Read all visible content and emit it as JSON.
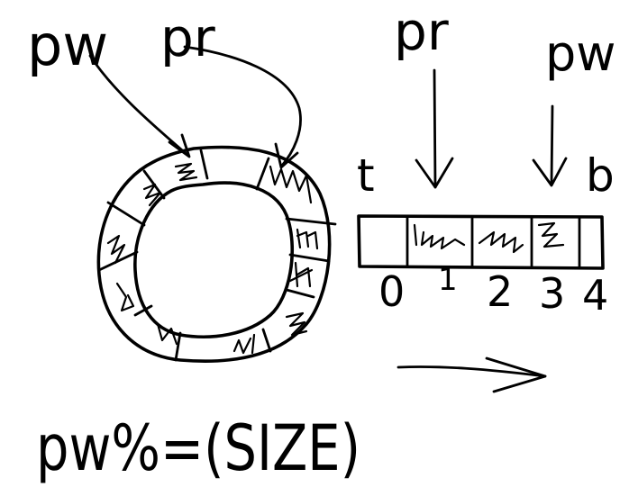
{
  "labels": {
    "pw_left": "pw",
    "pr_left": "pr",
    "pr_right": "pr",
    "pw_right": "pw",
    "t": "t",
    "b": "b",
    "formula": "pw%=(SIZE)"
  },
  "array": {
    "indices": [
      "0",
      "1",
      "2",
      "3",
      "4"
    ]
  }
}
